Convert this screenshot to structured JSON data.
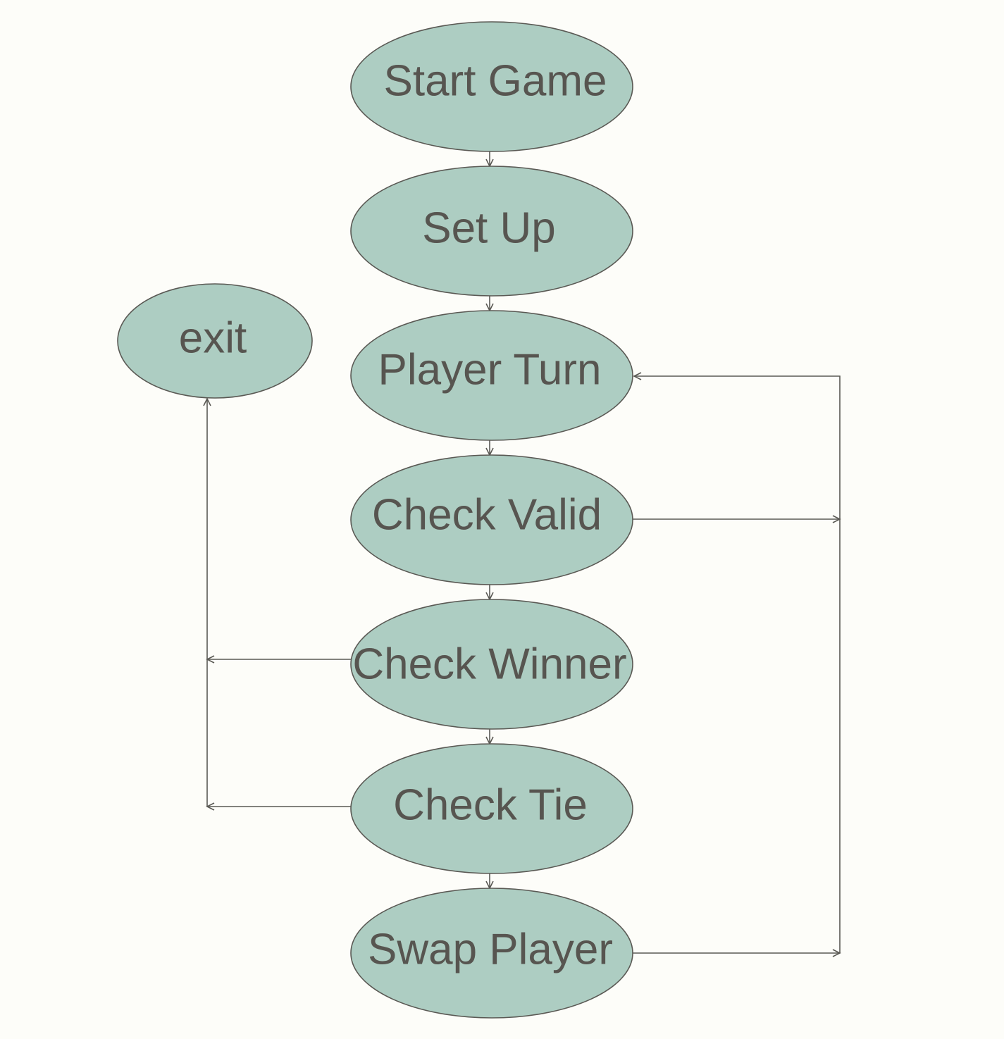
{
  "diagram": {
    "type": "flowchart",
    "colors": {
      "background": "#fdfdf9",
      "node_fill": "#adcdc2",
      "stroke": "#5a5954",
      "text": "#575550"
    },
    "nodes": {
      "start": {
        "label": "Start Game"
      },
      "setup": {
        "label": "Set Up"
      },
      "turn": {
        "label": "Player Turn"
      },
      "valid": {
        "label": "Check Valid"
      },
      "winner": {
        "label": "Check Winner"
      },
      "tie": {
        "label": "Check Tie"
      },
      "swap": {
        "label": "Swap Player"
      },
      "exit": {
        "label": "exit"
      }
    },
    "edges": [
      {
        "from": "start",
        "to": "setup"
      },
      {
        "from": "setup",
        "to": "turn"
      },
      {
        "from": "turn",
        "to": "valid"
      },
      {
        "from": "valid",
        "to": "winner"
      },
      {
        "from": "winner",
        "to": "tie"
      },
      {
        "from": "tie",
        "to": "swap"
      },
      {
        "from": "valid",
        "to": "turn"
      },
      {
        "from": "swap",
        "to": "turn"
      },
      {
        "from": "winner",
        "to": "exit"
      },
      {
        "from": "tie",
        "to": "exit"
      }
    ]
  }
}
